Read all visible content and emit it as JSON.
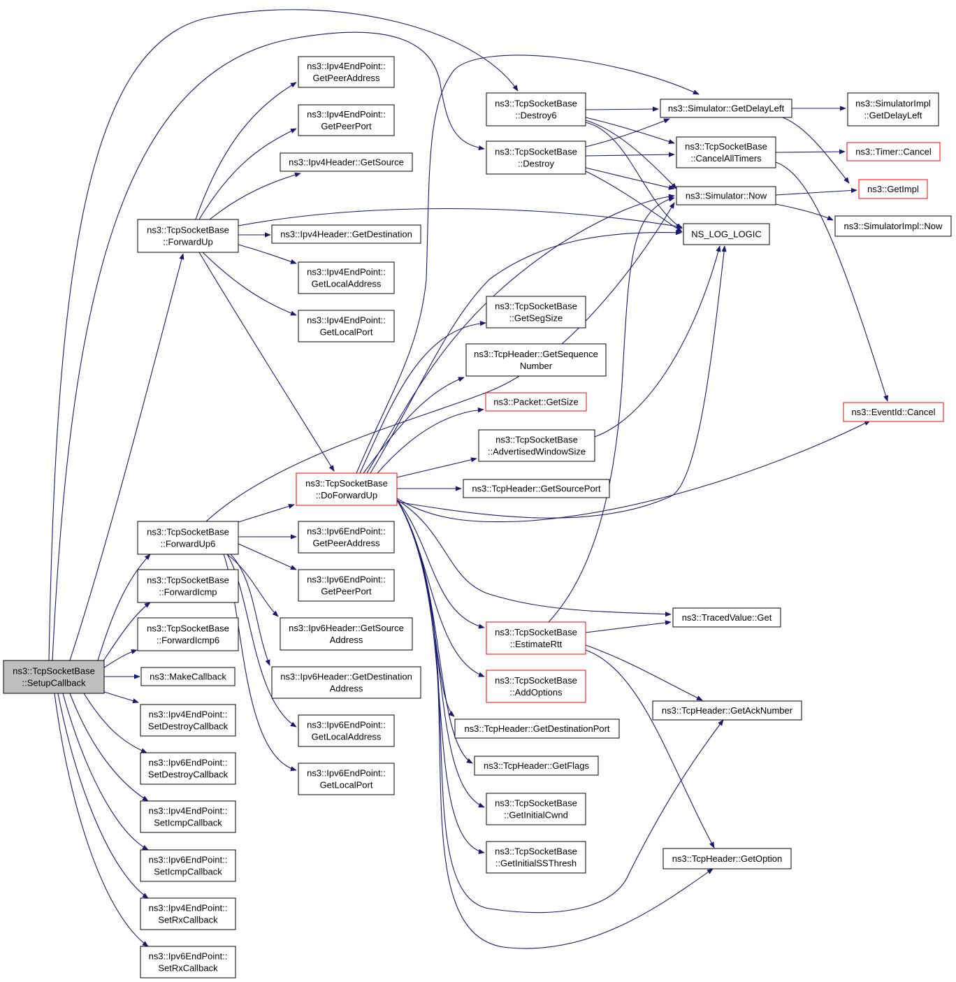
{
  "colors": {
    "edge": "#191970",
    "border_normal": "#000000",
    "border_truncated": "#ff0000",
    "root_fill": "#bfbfbf",
    "node_fill": "#ffffff"
  },
  "nodes": [
    {
      "id": "setup",
      "lines": [
        "ns3::TcpSocketBase",
        "::SetupCallback"
      ],
      "style": "root"
    },
    {
      "id": "fwdup",
      "lines": [
        "ns3::TcpSocketBase",
        "::ForwardUp"
      ],
      "style": "normal"
    },
    {
      "id": "fwdup6",
      "lines": [
        "ns3::TcpSocketBase",
        "::ForwardUp6"
      ],
      "style": "normal"
    },
    {
      "id": "fwdicmp",
      "lines": [
        "ns3::TcpSocketBase",
        "::ForwardIcmp"
      ],
      "style": "normal"
    },
    {
      "id": "fwdicmp6",
      "lines": [
        "ns3::TcpSocketBase",
        "::ForwardIcmp6"
      ],
      "style": "normal"
    },
    {
      "id": "makecb",
      "lines": [
        "ns3::MakeCallback"
      ],
      "style": "normal"
    },
    {
      "id": "v4setdestroy",
      "lines": [
        "ns3::Ipv4EndPoint::",
        "SetDestroyCallback"
      ],
      "style": "normal"
    },
    {
      "id": "v6setdestroy",
      "lines": [
        "ns3::Ipv6EndPoint::",
        "SetDestroyCallback"
      ],
      "style": "normal"
    },
    {
      "id": "v4seticmp",
      "lines": [
        "ns3::Ipv4EndPoint::",
        "SetIcmpCallback"
      ],
      "style": "normal"
    },
    {
      "id": "v6seticmp",
      "lines": [
        "ns3::Ipv6EndPoint::",
        "SetIcmpCallback"
      ],
      "style": "normal"
    },
    {
      "id": "v4setrx",
      "lines": [
        "ns3::Ipv4EndPoint::",
        "SetRxCallback"
      ],
      "style": "normal"
    },
    {
      "id": "v6setrx",
      "lines": [
        "ns3::Ipv6EndPoint::",
        "SetRxCallback"
      ],
      "style": "normal"
    },
    {
      "id": "v4peeraddr",
      "lines": [
        "ns3::Ipv4EndPoint::",
        "GetPeerAddress"
      ],
      "style": "normal"
    },
    {
      "id": "v4peerport",
      "lines": [
        "ns3::Ipv4EndPoint::",
        "GetPeerPort"
      ],
      "style": "normal"
    },
    {
      "id": "v4hdrsrc",
      "lines": [
        "ns3::Ipv4Header::GetSource"
      ],
      "style": "normal"
    },
    {
      "id": "v4hdrdst",
      "lines": [
        "ns3::Ipv4Header::GetDestination"
      ],
      "style": "normal"
    },
    {
      "id": "v4localaddr",
      "lines": [
        "ns3::Ipv4EndPoint::",
        "GetLocalAddress"
      ],
      "style": "normal"
    },
    {
      "id": "v4localport",
      "lines": [
        "ns3::Ipv4EndPoint::",
        "GetLocalPort"
      ],
      "style": "normal"
    },
    {
      "id": "doforward",
      "lines": [
        "ns3::TcpSocketBase",
        "::DoForwardUp"
      ],
      "style": "truncated"
    },
    {
      "id": "v6peeraddr",
      "lines": [
        "ns3::Ipv6EndPoint::",
        "GetPeerAddress"
      ],
      "style": "normal"
    },
    {
      "id": "v6peerport",
      "lines": [
        "ns3::Ipv6EndPoint::",
        "GetPeerPort"
      ],
      "style": "normal"
    },
    {
      "id": "v6hdrsrc",
      "lines": [
        "ns3::Ipv6Header::GetSource",
        "Address"
      ],
      "style": "normal"
    },
    {
      "id": "v6hdrdst",
      "lines": [
        "ns3::Ipv6Header::GetDestination",
        "Address"
      ],
      "style": "normal"
    },
    {
      "id": "v6localaddr",
      "lines": [
        "ns3::Ipv6EndPoint::",
        "GetLocalAddress"
      ],
      "style": "normal"
    },
    {
      "id": "v6localport",
      "lines": [
        "ns3::Ipv6EndPoint::",
        "GetLocalPort"
      ],
      "style": "normal"
    },
    {
      "id": "destroy6",
      "lines": [
        "ns3::TcpSocketBase",
        "::Destroy6"
      ],
      "style": "normal"
    },
    {
      "id": "destroy",
      "lines": [
        "ns3::TcpSocketBase",
        "::Destroy"
      ],
      "style": "normal"
    },
    {
      "id": "getsegsize",
      "lines": [
        "ns3::TcpSocketBase",
        "::GetSegSize"
      ],
      "style": "normal"
    },
    {
      "id": "getseqnum",
      "lines": [
        "ns3::TcpHeader::GetSequence",
        "Number"
      ],
      "style": "normal"
    },
    {
      "id": "pktsize",
      "lines": [
        "ns3::Packet::GetSize"
      ],
      "style": "truncated"
    },
    {
      "id": "advwin",
      "lines": [
        "ns3::TcpSocketBase",
        "::AdvertisedWindowSize"
      ],
      "style": "normal"
    },
    {
      "id": "srcport",
      "lines": [
        "ns3::TcpHeader::GetSourcePort"
      ],
      "style": "normal"
    },
    {
      "id": "estrtt",
      "lines": [
        "ns3::TcpSocketBase",
        "::EstimateRtt"
      ],
      "style": "truncated"
    },
    {
      "id": "addopts",
      "lines": [
        "ns3::TcpSocketBase",
        "::AddOptions"
      ],
      "style": "truncated"
    },
    {
      "id": "dstport",
      "lines": [
        "ns3::TcpHeader::GetDestinationPort"
      ],
      "style": "normal"
    },
    {
      "id": "getflags",
      "lines": [
        "ns3::TcpHeader::GetFlags"
      ],
      "style": "normal"
    },
    {
      "id": "initcwnd",
      "lines": [
        "ns3::TcpSocketBase",
        "::GetInitialCwnd"
      ],
      "style": "normal"
    },
    {
      "id": "initss",
      "lines": [
        "ns3::TcpSocketBase",
        "::GetInitialSSThresh"
      ],
      "style": "normal"
    },
    {
      "id": "delayleft",
      "lines": [
        "ns3::Simulator::GetDelayLeft"
      ],
      "style": "normal"
    },
    {
      "id": "cancelall",
      "lines": [
        "ns3::TcpSocketBase",
        "::CancelAllTimers"
      ],
      "style": "normal"
    },
    {
      "id": "simnow",
      "lines": [
        "ns3::Simulator::Now"
      ],
      "style": "normal"
    },
    {
      "id": "nslog",
      "lines": [
        "NS_LOG_LOGIC"
      ],
      "style": "normal"
    },
    {
      "id": "tracedget",
      "lines": [
        "ns3::TracedValue::Get"
      ],
      "style": "normal"
    },
    {
      "id": "acknum",
      "lines": [
        "ns3::TcpHeader::GetAckNumber"
      ],
      "style": "normal"
    },
    {
      "id": "getoption",
      "lines": [
        "ns3::TcpHeader::GetOption"
      ],
      "style": "normal"
    },
    {
      "id": "implleft",
      "lines": [
        "ns3::SimulatorImpl",
        "::GetDelayLeft"
      ],
      "style": "normal"
    },
    {
      "id": "timercancel",
      "lines": [
        "ns3::Timer::Cancel"
      ],
      "style": "truncated"
    },
    {
      "id": "getimpl",
      "lines": [
        "ns3::GetImpl"
      ],
      "style": "truncated"
    },
    {
      "id": "implnow",
      "lines": [
        "ns3::SimulatorImpl::Now"
      ],
      "style": "normal"
    },
    {
      "id": "eventcancel",
      "lines": [
        "ns3::EventId::Cancel"
      ],
      "style": "truncated"
    }
  ]
}
